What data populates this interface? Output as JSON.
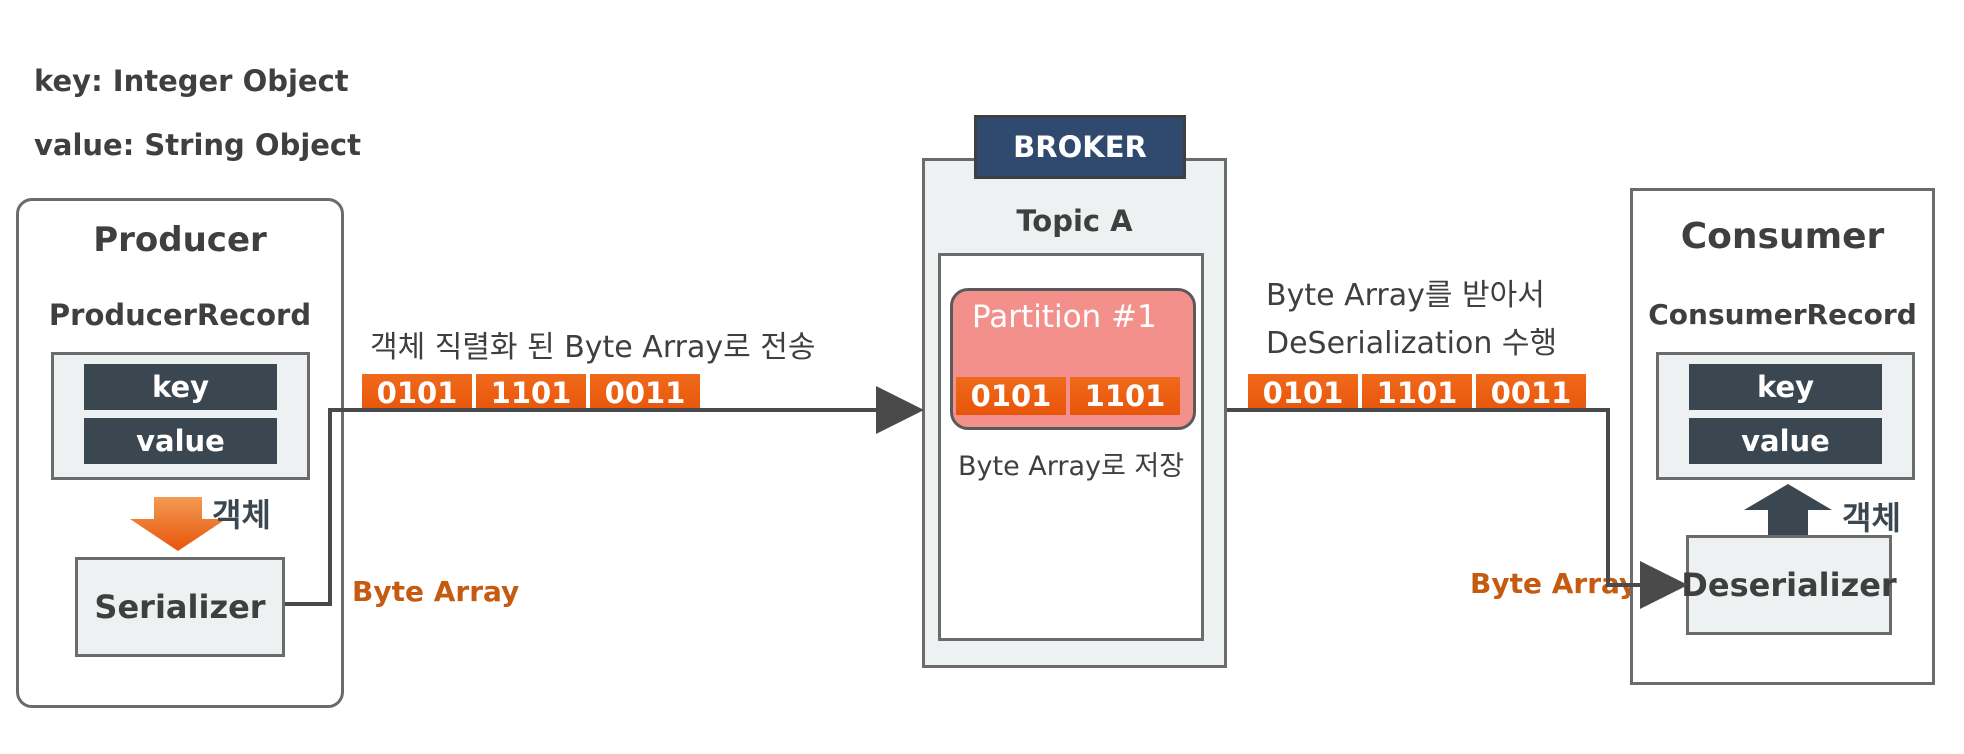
{
  "legend": {
    "key_line": "key: Integer Object",
    "value_line": "value: String Object"
  },
  "producer": {
    "title": "Producer",
    "record_title": "ProducerRecord",
    "key": "key",
    "value": "value",
    "object_label": "객체",
    "serializer": "Serializer",
    "byte_array_label": "Byte Array"
  },
  "transfer_left": {
    "caption": "객체 직렬화 된 Byte Array로  전송",
    "bits": [
      "0101",
      "1101",
      "0011"
    ]
  },
  "broker": {
    "header": "BROKER",
    "topic": "Topic A",
    "partition_title": "Partition #1",
    "partition_bits": [
      "0101",
      "1101"
    ],
    "storage_note": "Byte Array로 저장"
  },
  "transfer_right": {
    "caption_line1": "Byte Array를 받아서",
    "caption_line2": "DeSerialization 수행",
    "bits": [
      "0101",
      "1101",
      "0011"
    ],
    "byte_array_label": "Byte Array"
  },
  "consumer": {
    "title": "Consumer",
    "record_title": "ConsumerRecord",
    "key": "key",
    "value": "value",
    "object_label": "객체",
    "deserializer": "Deserializer"
  },
  "colors": {
    "bit_orange": "#e8550a",
    "partition_fill": "#f4908b",
    "broker_header": "#2f4a6e",
    "kv_cell": "#3a4750",
    "label_orange": "#c55a11"
  }
}
